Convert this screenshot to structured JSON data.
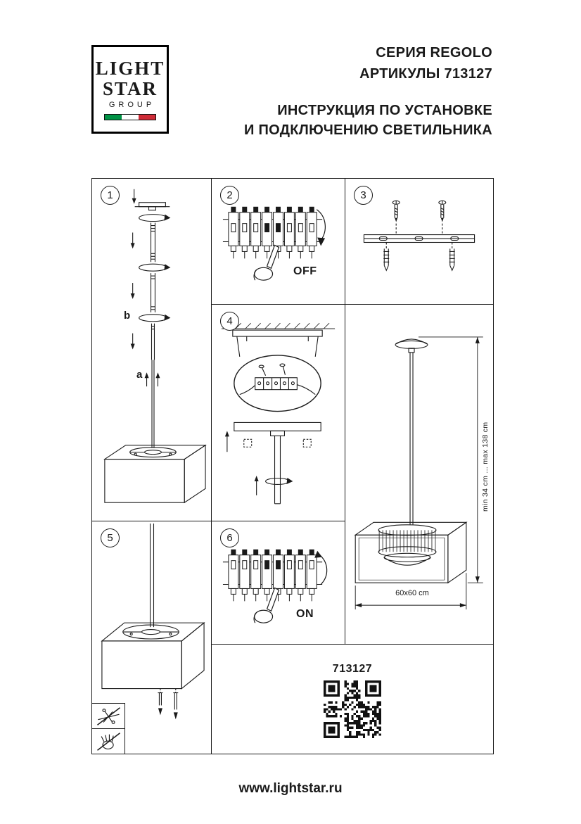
{
  "logo": {
    "line1": "LIGHT",
    "line2": "STAR",
    "line3": "GROUP"
  },
  "header": {
    "series": "СЕРИЯ REGOLO",
    "articles": "АРТИКУЛЫ 713127",
    "title_line1": "ИНСТРУКЦИЯ ПО УСТАНОВКЕ",
    "title_line2": "И ПОДКЛЮЧЕНИЮ СВЕТИЛЬНИКА"
  },
  "steps": {
    "s1": {
      "number": "1",
      "label_b": "b",
      "label_a": "a"
    },
    "s2": {
      "number": "2",
      "switch_label": "OFF"
    },
    "s3": {
      "number": "3"
    },
    "s4": {
      "number": "4"
    },
    "s5": {
      "number": "5"
    },
    "s6": {
      "number": "6",
      "switch_label": "ON"
    }
  },
  "dimensions": {
    "height_range": "min 34 cm ... max 138 cm",
    "base_size": "60x60 cm"
  },
  "article_number": "713127",
  "footer": {
    "website": "www.lightstar.ru"
  },
  "icons": {
    "logo_flag": "italian-flag",
    "qr": "qr-code",
    "warning_top": "no-pliers",
    "warning_bottom": "no-touch"
  },
  "colors": {
    "flag_green": "#009345",
    "flag_red": "#cf2b37",
    "ink": "#1a1a1a"
  }
}
